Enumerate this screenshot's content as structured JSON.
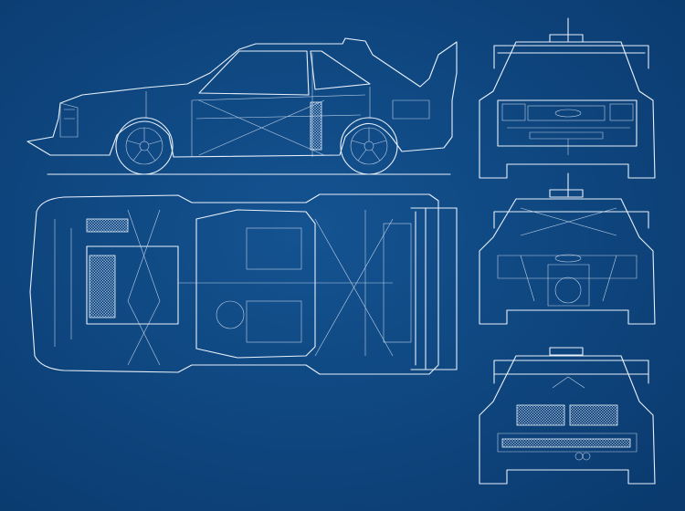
{
  "drawing": {
    "subject": "",
    "views": [
      "side",
      "top",
      "front",
      "front-cutaway",
      "rear"
    ]
  },
  "colors": {
    "background": "#0f4a86",
    "background_dark": "#0a3a6e",
    "line": "#e8f0fb"
  }
}
